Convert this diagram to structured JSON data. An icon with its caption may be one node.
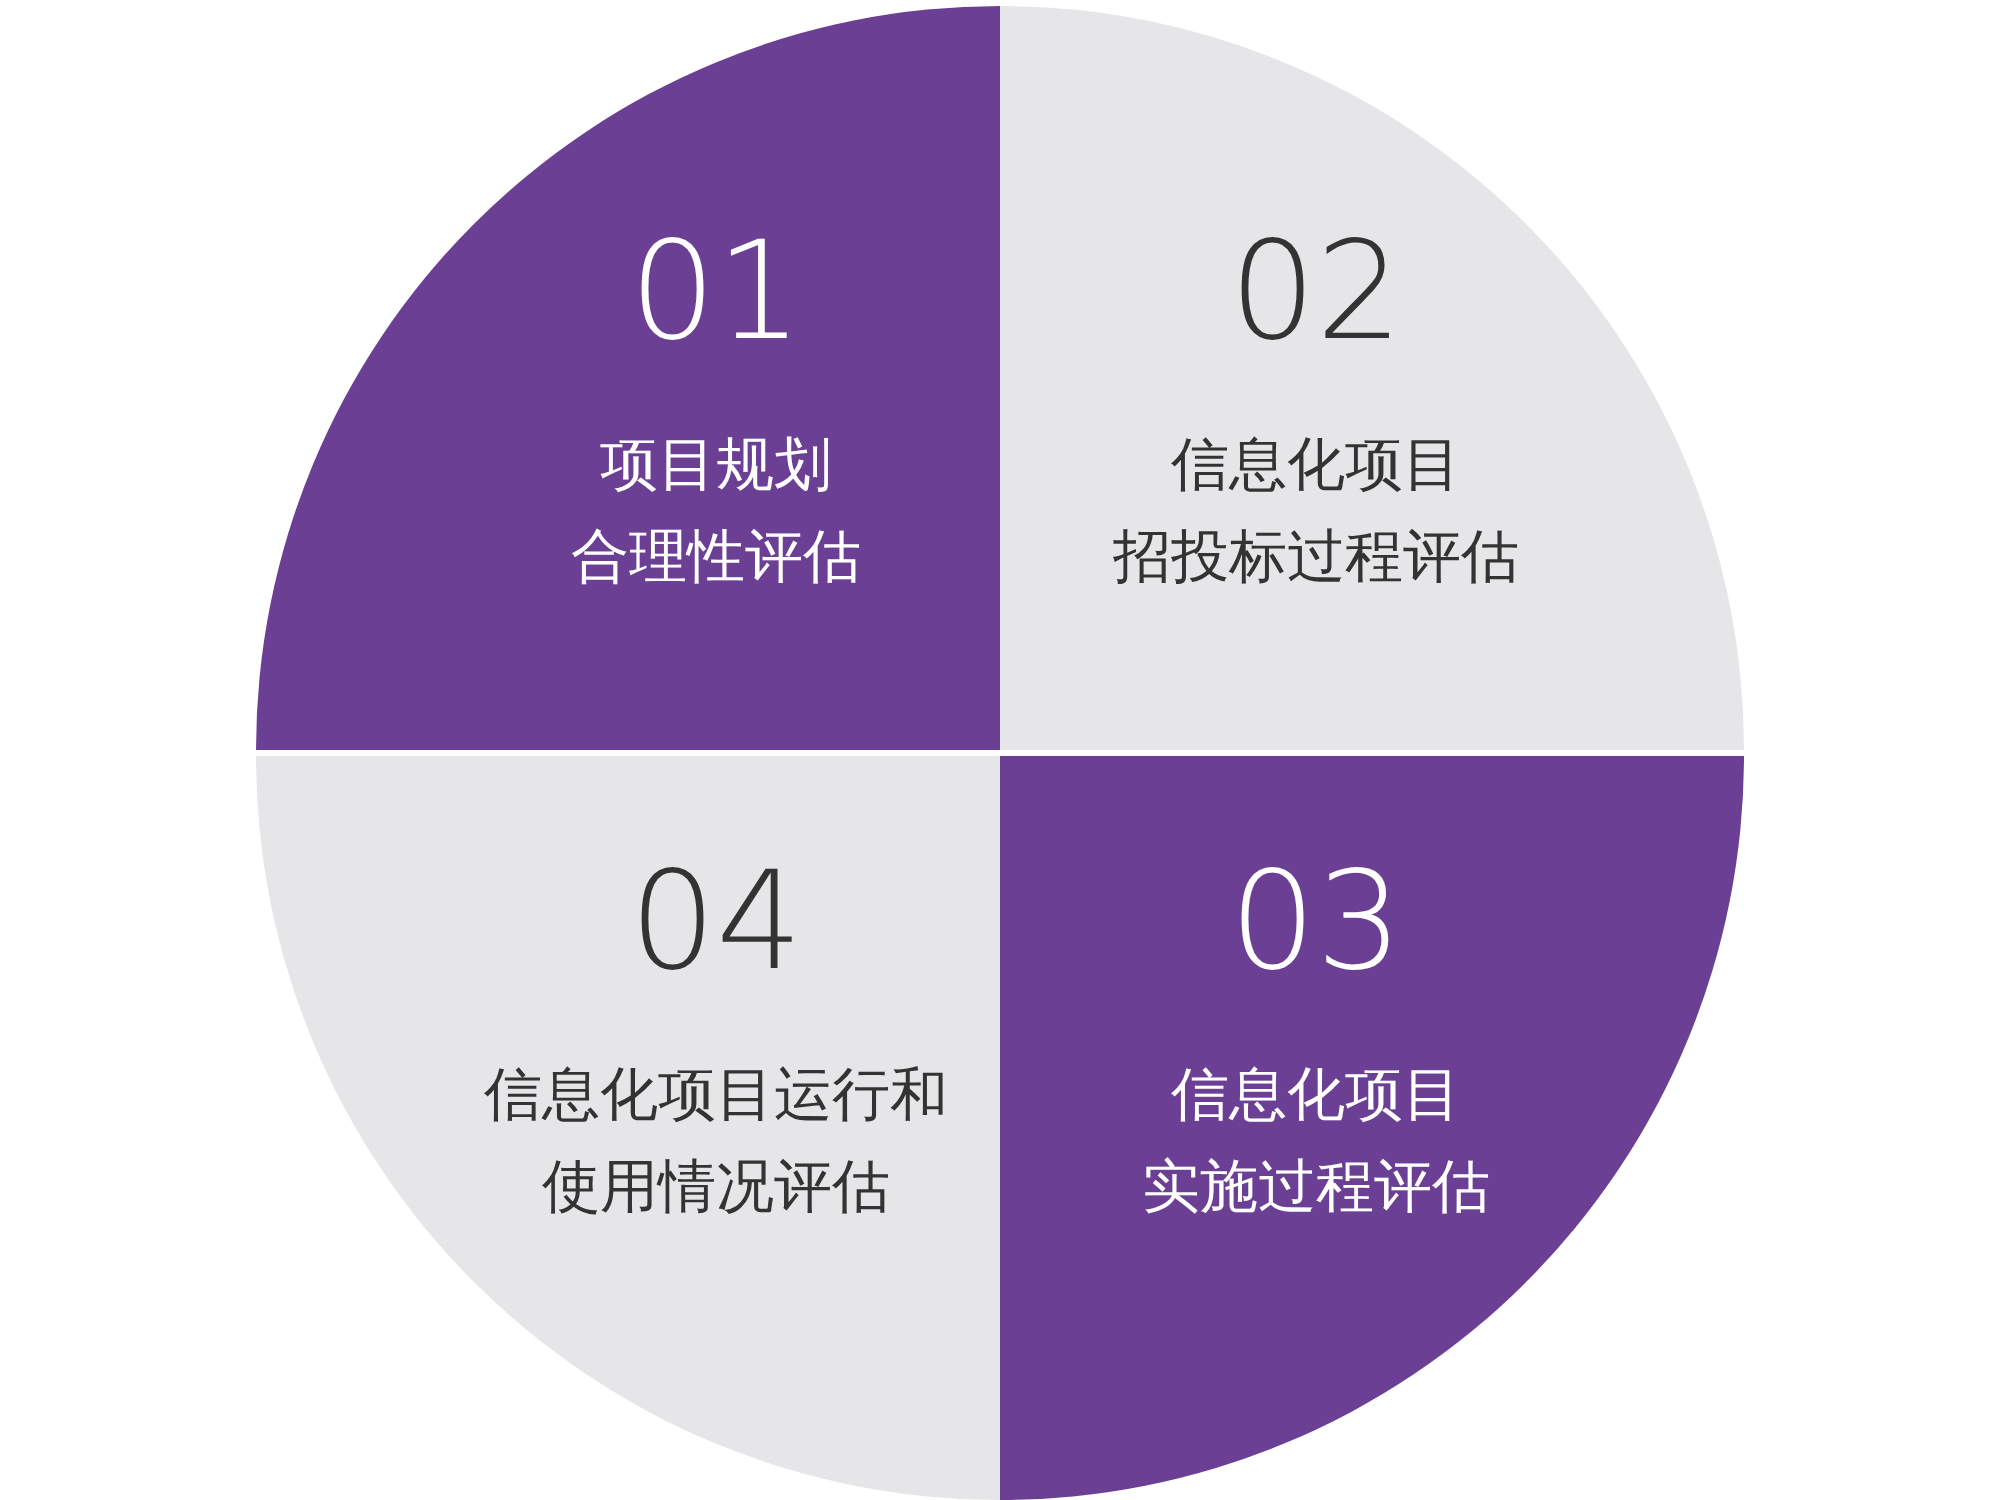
{
  "diagram": {
    "nodes": [
      {
        "text": [
          "01",
          "项目规划合理性评估"
        ]
      },
      {
        "text": [
          "02",
          "信息化项目招投标过程评估"
        ]
      },
      {
        "text": [
          "04",
          "信息化项目运行和使用情况评估"
        ]
      },
      {
        "text": [
          "03",
          "信息化项目实施过程评估"
        ]
      }
    ]
  }
}
